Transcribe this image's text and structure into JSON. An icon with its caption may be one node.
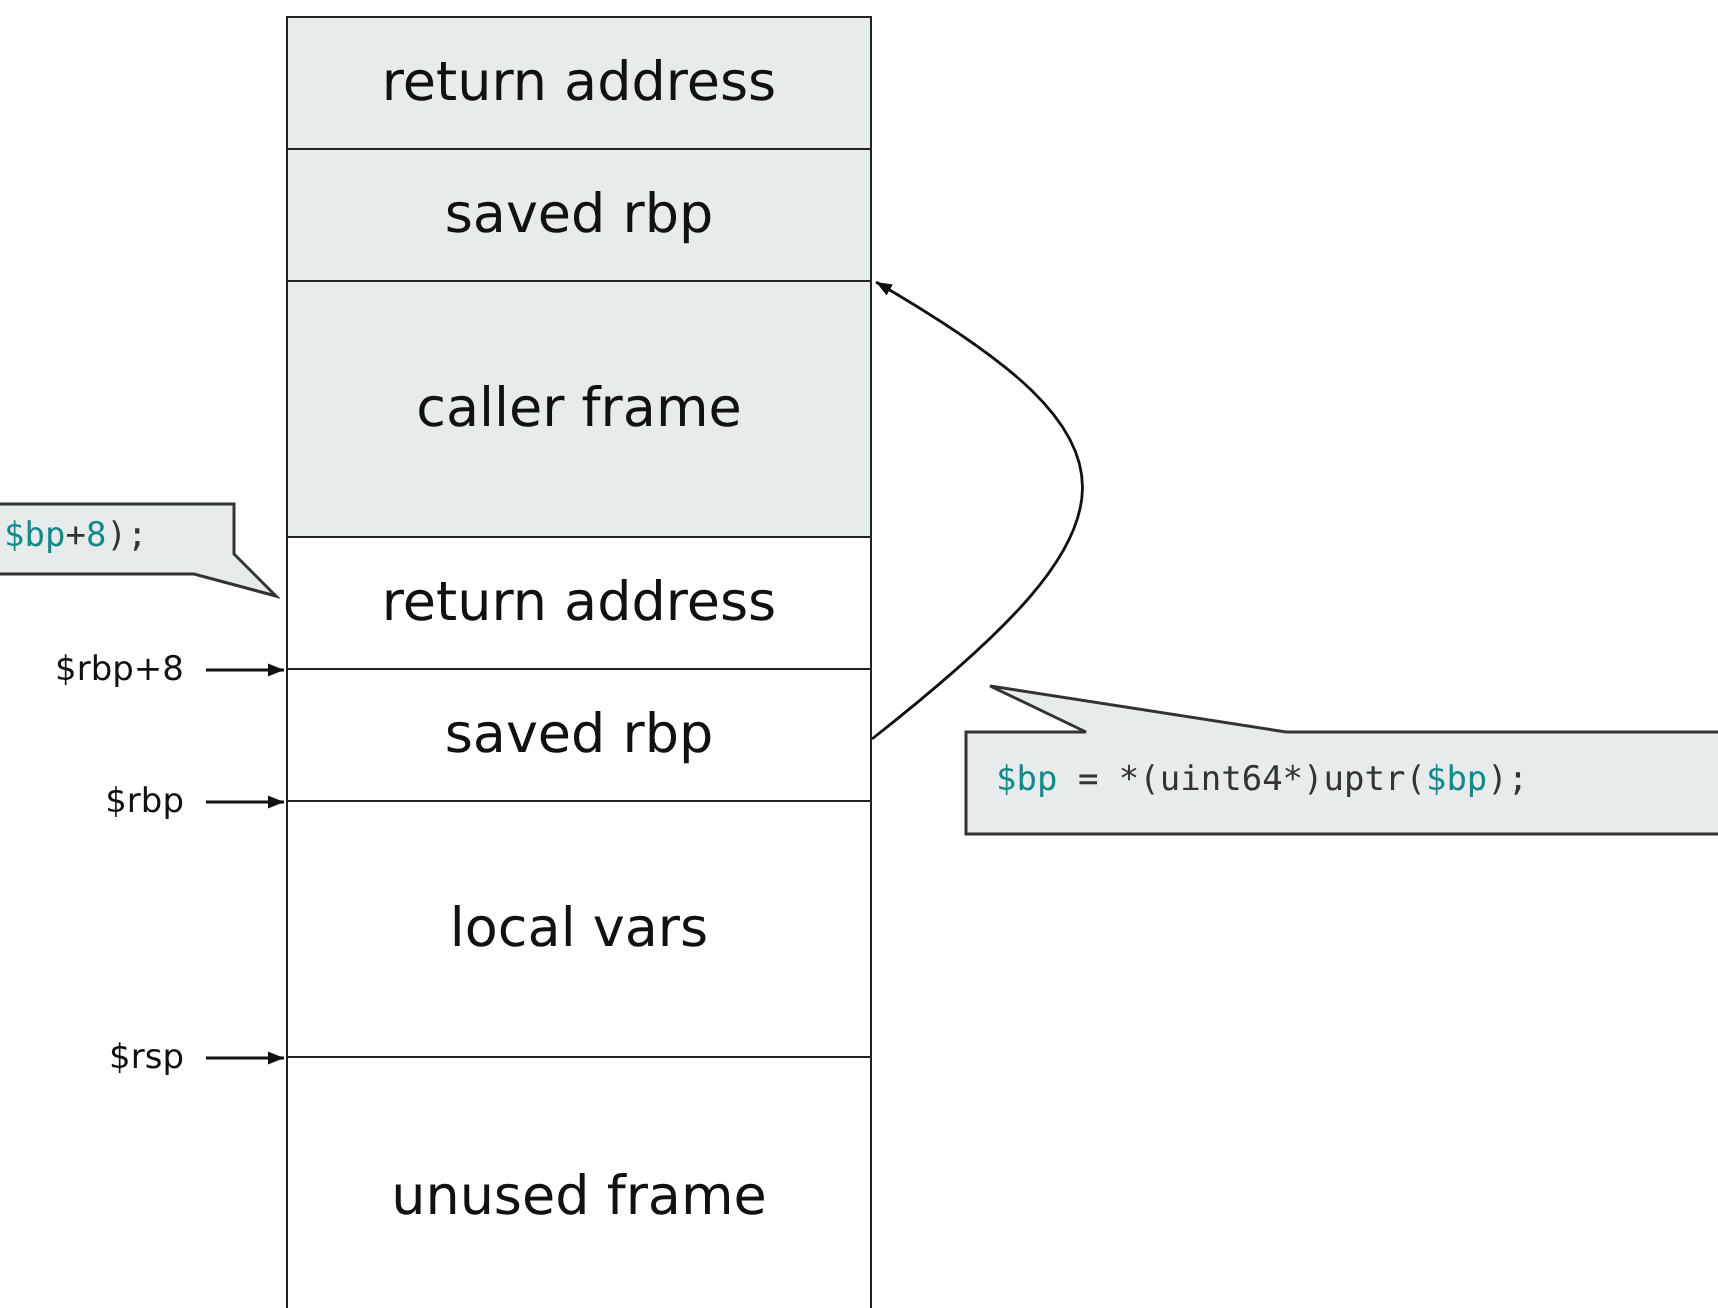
{
  "diagram": {
    "nodes": [
      {
        "text": [
          "return address"
        ]
      },
      {
        "text": [
          "saved rbp"
        ]
      },
      {
        "text": [
          "caller frame"
        ]
      },
      {
        "text": [
          "$bp+8);"
        ]
      },
      {
        "text": [
          "return address"
        ]
      },
      {
        "text": [
          "$rbp+8"
        ]
      },
      {
        "text": [
          "saved rbp"
        ]
      },
      {
        "text": [
          "$bp = *(uint64*)uptr($bp);"
        ]
      },
      {
        "text": [
          "$rbp"
        ]
      },
      {
        "text": [
          "local vars"
        ]
      },
      {
        "text": [
          "$rsp"
        ]
      },
      {
        "text": [
          "unused frame"
        ]
      }
    ],
    "edges": [
      {
        "from": 5,
        "to": 4,
        "arrow": "to"
      },
      {
        "from": 6,
        "to": 1,
        "arrow": "to"
      },
      {
        "from": 8,
        "to": 6,
        "arrow": "to"
      },
      {
        "from": 10,
        "to": 9,
        "arrow": "to"
      }
    ]
  }
}
